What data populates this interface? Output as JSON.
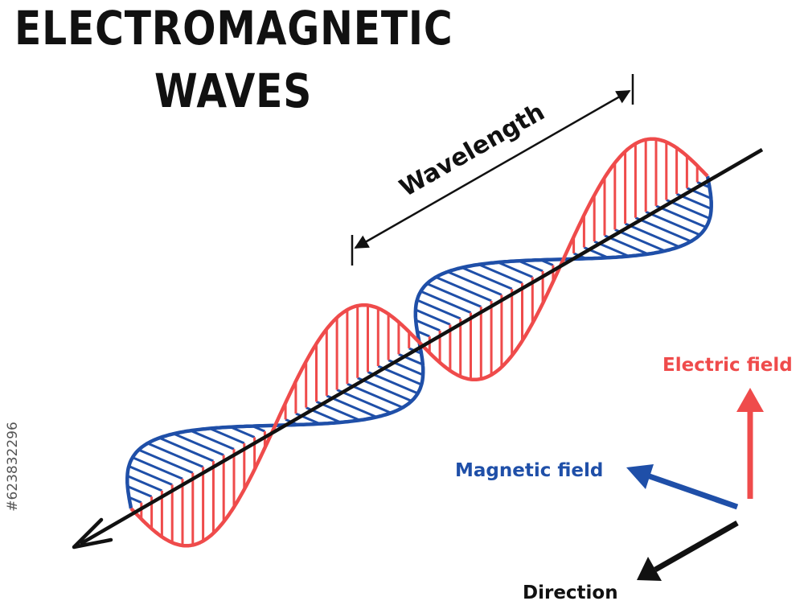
{
  "title": {
    "line1": "ELECTROMAGNETIC",
    "line2": "WAVES"
  },
  "labels": {
    "wavelength": "Wavelength",
    "electric_field": "Electric field",
    "magnetic_field": "Magnetic field",
    "direction": "Direction"
  },
  "stock_id": "#623832296",
  "colors": {
    "electric": "#ef4b4b",
    "magnetic": "#1f4fa8",
    "axis": "#111111",
    "title": "#111111"
  },
  "icons": {
    "direction_arrow": "arrow-down-left-icon",
    "electric_arrow": "arrow-up-icon",
    "magnetic_arrow": "arrow-up-left-icon"
  }
}
